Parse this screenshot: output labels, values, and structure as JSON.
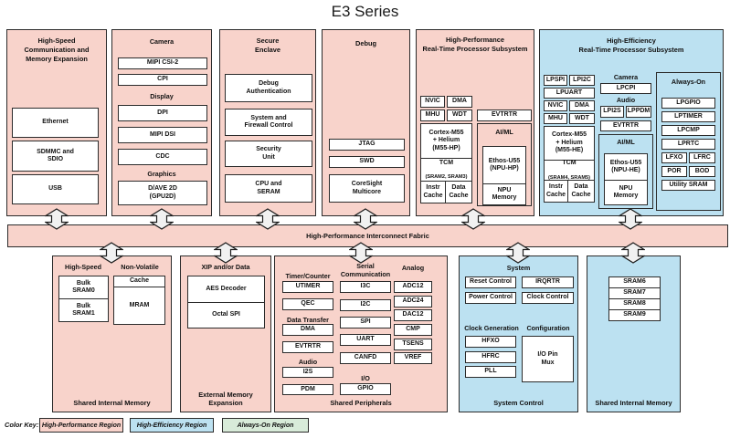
{
  "title": "E3 Series",
  "fabric_label": "High-Performance Interconnect Fabric",
  "colors": {
    "high_performance_region": "#f8d3cb",
    "high_efficiency_region": "#bce1f1",
    "always_on_region": "#d8ebd9",
    "border": "#2b2b2b"
  },
  "hscme": {
    "title": [
      "High-Speed",
      "Communication and",
      "Memory Expansion"
    ],
    "ethernet": "Ethernet",
    "sdmmc": [
      "SDMMC and",
      "SDIO"
    ],
    "usb": "USB"
  },
  "cdg": {
    "camera": "Camera",
    "mipi_csi2": "MIPI CSI-2",
    "cpi": "CPI",
    "display": "Display",
    "dpi": "DPI",
    "mipi_dsi": "MIPI DSI",
    "cdc": "CDC",
    "graphics": "Graphics",
    "dave2d": [
      "D/AVE 2D",
      "(GPU2D)"
    ]
  },
  "secure": {
    "title": [
      "Secure",
      "Enclave"
    ],
    "debug_auth": [
      "Debug",
      "Authentication"
    ],
    "firewall": [
      "System and",
      "Firewall Control"
    ],
    "security_unit": [
      "Security",
      "Unit"
    ],
    "cpu_seram": [
      "CPU and",
      "SERAM"
    ]
  },
  "debug": {
    "title": "Debug",
    "jtag": "JTAG",
    "swd": "SWD",
    "coresight": [
      "CoreSight",
      "Multicore"
    ]
  },
  "hp": {
    "title": [
      "High-Performance",
      "Real-Time Processor Subsystem"
    ],
    "nvic": "NVIC",
    "dma": "DMA",
    "mhu": "MHU",
    "wdt": "WDT",
    "cpu": [
      "Cortex-M55",
      "+ Helium",
      "(M55-HP)"
    ],
    "tcm": "TCM",
    "tcm_sub": "(SRAM2, SRAM3)",
    "instr_cache": [
      "Instr",
      "Cache"
    ],
    "data_cache": [
      "Data",
      "Cache"
    ],
    "evtrtr": "EVTRTR",
    "aiml": "AI/ML",
    "npu": [
      "Ethos-U55",
      "(NPU-HP)"
    ],
    "npu_memory": [
      "NPU",
      "Memory"
    ]
  },
  "he": {
    "title": [
      "High-Efficiency",
      "Real-Time Processor Subsystem"
    ],
    "lpspi": "LPSPI",
    "lpi2c": "LPI2C",
    "lpuart": "LPUART",
    "nvic": "NVIC",
    "dma": "DMA",
    "mhu": "MHU",
    "wdt": "WDT",
    "cpu": [
      "Cortex-M55",
      "+ Helium",
      "(M55-HE)"
    ],
    "tcm": "TCM",
    "tcm_sub": "(SRAM4, SRAM5)",
    "instr_cache": [
      "Instr",
      "Cache"
    ],
    "data_cache": [
      "Data",
      "Cache"
    ],
    "camera": "Camera",
    "lpcpi": "LPCPI",
    "audio": "Audio",
    "lpi2s": "LPI2S",
    "lppdm": "LPPDM",
    "evtrtr": "EVTRTR",
    "aiml": "AI/ML",
    "npu": [
      "Ethos-U55",
      "(NPU-HE)"
    ],
    "npu_memory": [
      "NPU",
      "Memory"
    ],
    "ao": {
      "title": "Always-On",
      "lpgpio": "LPGPIO",
      "lptimer": "LPTIMER",
      "lpcmp": "LPCMP",
      "lprtc": "LPRTC",
      "lfxo": "LFXO",
      "lfrc": "LFRC",
      "por": "POR",
      "bod": "BOD",
      "utility_sram": "Utility SRAM"
    }
  },
  "mem_left": {
    "hs_header": "High-Speed",
    "bulk_sram0": [
      "Bulk",
      "SRAM0"
    ],
    "bulk_sram1": [
      "Bulk",
      "SRAM1"
    ],
    "nv_header": "Non-Volatile",
    "cache": "Cache",
    "mram": "MRAM",
    "label": "Shared Internal Memory"
  },
  "ext_mem": {
    "header": "XIP and/or Data",
    "aes": "AES Decoder",
    "octal_spi": "Octal SPI",
    "label": [
      "External Memory",
      "Expansion"
    ]
  },
  "periph": {
    "timer_header": "Timer/Counter",
    "utimer": "UTIMER",
    "qec": "QEC",
    "dt_header": "Data Transfer",
    "dma": "DMA",
    "evtrtr": "EVTRTR",
    "audio_header": "Audio",
    "i2s": "I2S",
    "pdm": "PDM",
    "serial_header": [
      "Serial",
      "Communication"
    ],
    "i3c": "I3C",
    "i2c": "I2C",
    "spi": "SPI",
    "uart": "UART",
    "canfd": "CANFD",
    "io_header": "I/O",
    "gpio": "GPIO",
    "analog_header": "Analog",
    "adc12": "ADC12",
    "adc24": "ADC24",
    "dac12": "DAC12",
    "cmp": "CMP",
    "tsens": "TSENS",
    "vref": "VREF",
    "label": "Shared Peripherals"
  },
  "sysctl": {
    "system_header": "System",
    "reset": "Reset Control",
    "irqrtr": "IRQRTR",
    "power": "Power Control",
    "clock": "Clock Control",
    "clkgen_header": "Clock Generation",
    "hfxo": "HFXO",
    "hfrc": "HFRC",
    "pll": "PLL",
    "config_header": "Configuration",
    "iopinmux": [
      "I/O Pin",
      "Mux"
    ],
    "label": "System Control"
  },
  "mem_right": {
    "sram6": "SRAM6",
    "sram7": "SRAM7",
    "sram8": "SRAM8",
    "sram9": "SRAM9",
    "label": "Shared Internal Memory"
  },
  "color_key": {
    "label": "Color Key:",
    "hp": "High-Performance Region",
    "he": "High-Efficiency Region",
    "ao": "Always-On Region"
  }
}
